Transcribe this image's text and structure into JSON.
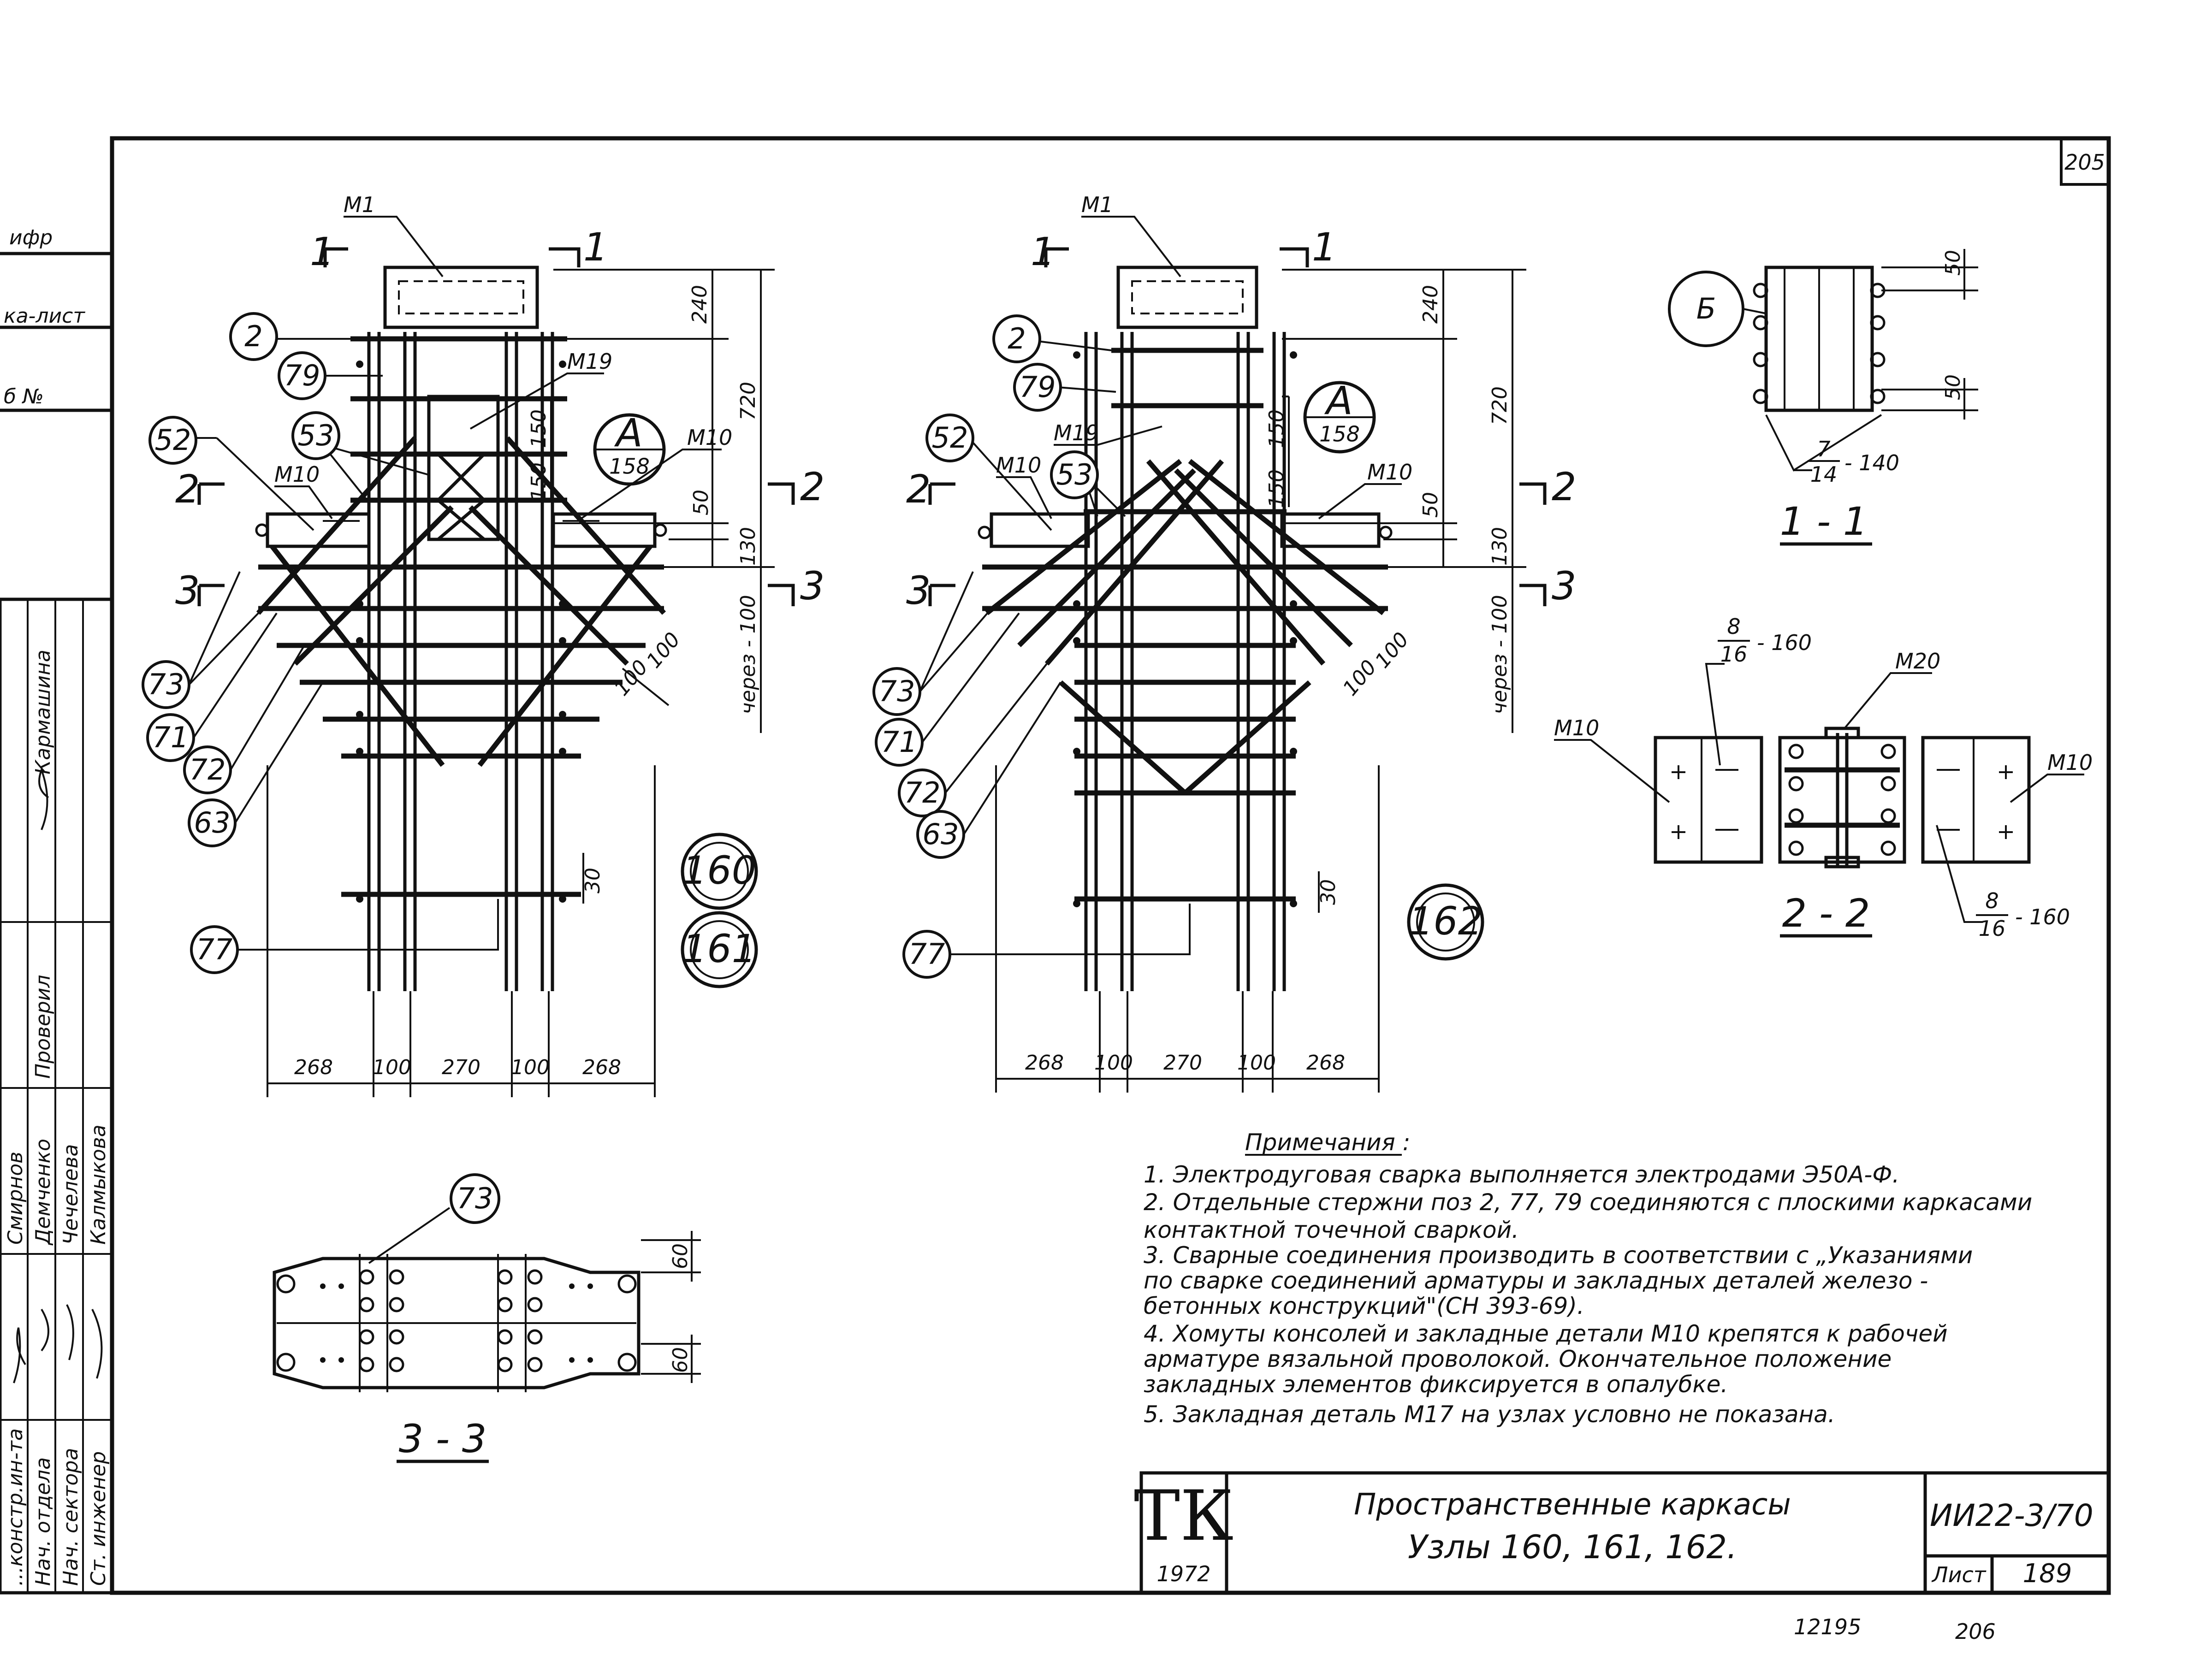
{
  "sheet": {
    "page_number": "205",
    "footer_left": "12195",
    "footer_right": "206"
  },
  "left_strip": {
    "labels": [
      "ифр",
      "ка-лист",
      "б №"
    ],
    "roles": [
      "...констр.ин-та",
      "Нач. отдела",
      "Нач. сектора",
      "Ст. инженер"
    ],
    "names": [
      "Смирнов",
      "Демченко",
      "Чечелева",
      "Калмыкова"
    ],
    "checks": [
      "Проверил",
      "Кармашина"
    ]
  },
  "node_left": {
    "parts": {
      "m1": "М1",
      "m19": "М19",
      "m10a": "М10",
      "m10b": "М10",
      "sec1": "1",
      "sec2": "2",
      "sec3": "3"
    },
    "callouts": [
      "2",
      "79",
      "53",
      "52",
      "73",
      "71",
      "72",
      "63",
      "77"
    ],
    "ref": {
      "top": "А",
      "bottom": "158"
    },
    "node_ids": [
      "160",
      "161"
    ],
    "dims_vertical": [
      "240",
      "720",
      "150",
      "150",
      "50",
      "130",
      "через - 100",
      "30"
    ],
    "dims_diag": [
      "100",
      "100"
    ],
    "dims_bottom": [
      "268",
      "100",
      "270",
      "100",
      "268"
    ]
  },
  "node_right": {
    "parts": {
      "m1": "М1",
      "m19": "М19",
      "m10a": "М10",
      "m10b": "М10",
      "sec1": "1",
      "sec2": "2",
      "sec3": "3"
    },
    "callouts": [
      "2",
      "79",
      "53",
      "52",
      "73",
      "71",
      "72",
      "63",
      "77"
    ],
    "ref": {
      "top": "А",
      "bottom": "158"
    },
    "node_ids": [
      "162"
    ],
    "dims_vertical": [
      "240",
      "720",
      "150",
      "150",
      "50",
      "130",
      "через - 100",
      "30"
    ],
    "dims_diag": [
      "100",
      "100"
    ],
    "dims_bottom": [
      "268",
      "100",
      "270",
      "100",
      "268"
    ]
  },
  "section_1_1": {
    "title": "1 - 1",
    "callout": "Б",
    "dims": [
      "50",
      "50"
    ],
    "spacing": {
      "num": "7",
      "den": "14",
      "tail": "- 140"
    }
  },
  "section_2_2": {
    "title": "2 - 2",
    "labels": {
      "m20": "М20",
      "m10_left": "М10",
      "m10_right": "М10"
    },
    "spacing_top": {
      "num": "8",
      "den": "16",
      "tail": "- 160"
    },
    "spacing_bottom": {
      "num": "8",
      "den": "16",
      "tail": "- 160"
    }
  },
  "section_3_3": {
    "title": "3 - 3",
    "callout": "73",
    "dims": [
      "60",
      "60"
    ]
  },
  "notes": {
    "heading": "Примечания :",
    "items": [
      "1.  Электродуговая сварка выполняется электродами Э50А-Ф.",
      "2.  Отдельные стержни поз 2, 77, 79 соединяются с плоскими каркасами",
      "     контактной точечной сваркой.",
      "3.  Сварные соединения производить в соответствии с „Указаниями",
      "     по сварке соединений арматуры и закладных деталей железо -",
      "     бетонных конструкций\"(СН 393-69).",
      "4.  Хомуты консолей и закладные детали М10 крепятся к рабочей",
      "     арматуре вязальной проволокой. Окончательное положение",
      "     закладных элементов фиксируется в опалубке.",
      "5.  Закладная деталь М17 на узлах условно не показана."
    ]
  },
  "title_block": {
    "logo": "ТК",
    "year": "1972",
    "title_line1": "Пространственные каркасы",
    "title_line2": "Узлы  160, 161, 162.",
    "series": "ИИ22-3/70",
    "sheet_label": "Лист",
    "sheet_no": "189"
  }
}
